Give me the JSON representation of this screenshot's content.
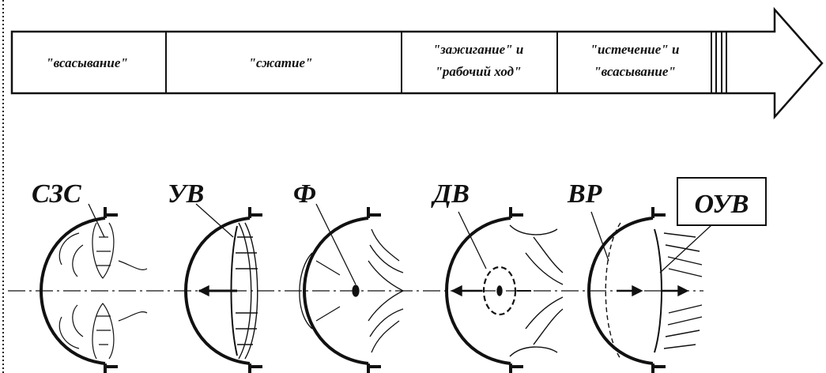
{
  "timeline": {
    "phases": [
      {
        "lines": [
          "\"всасывание\""
        ]
      },
      {
        "lines": [
          "\"сжатие\""
        ]
      },
      {
        "lines": [
          "\"зажигание\" и",
          "\"рабочий ход\""
        ]
      },
      {
        "lines": [
          "\"истечение\" и",
          "\"всасывание\""
        ]
      }
    ]
  },
  "stages": [
    {
      "label": "СЗС",
      "boxed": false
    },
    {
      "label": "УВ",
      "boxed": false
    },
    {
      "label": "Ф",
      "boxed": false
    },
    {
      "label": "ДВ",
      "boxed": false
    },
    {
      "label": "ВР",
      "boxed": false
    },
    {
      "label": "ОУВ",
      "boxed": true
    }
  ]
}
